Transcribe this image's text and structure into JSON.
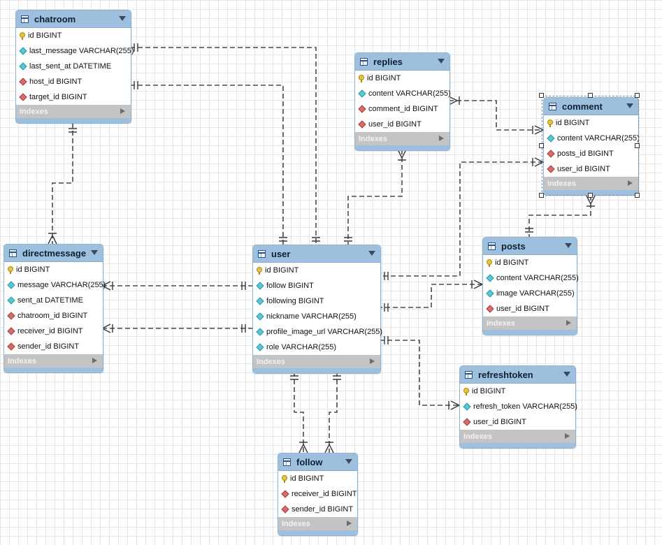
{
  "tables": {
    "chatroom": {
      "name": "chatroom",
      "columns": [
        {
          "text": "id BIGINT",
          "kind": "pk"
        },
        {
          "text": "last_message VARCHAR(255)",
          "kind": "attr"
        },
        {
          "text": "last_sent_at DATETIME",
          "kind": "attr"
        },
        {
          "text": "host_id BIGINT",
          "kind": "fk"
        },
        {
          "text": "target_id BIGINT",
          "kind": "fk"
        }
      ],
      "indexes_label": "Indexes"
    },
    "replies": {
      "name": "replies",
      "columns": [
        {
          "text": "id BIGINT",
          "kind": "pk"
        },
        {
          "text": "content VARCHAR(255)",
          "kind": "attr"
        },
        {
          "text": "comment_id BIGINT",
          "kind": "fk"
        },
        {
          "text": "user_id BIGINT",
          "kind": "fk"
        }
      ],
      "indexes_label": "Indexes"
    },
    "comment": {
      "name": "comment",
      "columns": [
        {
          "text": "id BIGINT",
          "kind": "pk"
        },
        {
          "text": "content VARCHAR(255)",
          "kind": "attr"
        },
        {
          "text": "posts_id BIGINT",
          "kind": "fk"
        },
        {
          "text": "user_id BIGINT",
          "kind": "fk"
        }
      ],
      "indexes_label": "Indexes"
    },
    "directmessage": {
      "name": "directmessage",
      "columns": [
        {
          "text": "id BIGINT",
          "kind": "pk"
        },
        {
          "text": "message VARCHAR(255)",
          "kind": "attr"
        },
        {
          "text": "sent_at DATETIME",
          "kind": "attr"
        },
        {
          "text": "chatroom_id BIGINT",
          "kind": "fk"
        },
        {
          "text": "receiver_id BIGINT",
          "kind": "fk"
        },
        {
          "text": "sender_id BIGINT",
          "kind": "fk"
        }
      ],
      "indexes_label": "Indexes"
    },
    "user": {
      "name": "user",
      "columns": [
        {
          "text": "id BIGINT",
          "kind": "pk"
        },
        {
          "text": "follow BIGINT",
          "kind": "attr"
        },
        {
          "text": "following BIGINT",
          "kind": "attr"
        },
        {
          "text": "nickname VARCHAR(255)",
          "kind": "attr"
        },
        {
          "text": "profile_image_url VARCHAR(255)",
          "kind": "attr"
        },
        {
          "text": "role VARCHAR(255)",
          "kind": "attr"
        }
      ],
      "indexes_label": "Indexes"
    },
    "posts": {
      "name": "posts",
      "columns": [
        {
          "text": "id BIGINT",
          "kind": "pk"
        },
        {
          "text": "content VARCHAR(255)",
          "kind": "attr"
        },
        {
          "text": "image VARCHAR(255)",
          "kind": "attr"
        },
        {
          "text": "user_id BIGINT",
          "kind": "fk"
        }
      ],
      "indexes_label": "Indexes"
    },
    "refreshtoken": {
      "name": "refreshtoken",
      "columns": [
        {
          "text": "id BIGINT",
          "kind": "pk"
        },
        {
          "text": "refresh_token VARCHAR(255)",
          "kind": "attr"
        },
        {
          "text": "user_id BIGINT",
          "kind": "fk"
        }
      ],
      "indexes_label": "Indexes"
    },
    "follow": {
      "name": "follow",
      "columns": [
        {
          "text": "id BIGINT",
          "kind": "pk"
        },
        {
          "text": "receiver_id BIGINT",
          "kind": "fk"
        },
        {
          "text": "sender_id BIGINT",
          "kind": "fk"
        }
      ],
      "indexes_label": "Indexes"
    }
  },
  "relationships": [
    {
      "id": "chatroom-user-host",
      "from": "chatroom",
      "to": "user"
    },
    {
      "id": "chatroom-user-target",
      "from": "chatroom",
      "to": "user"
    },
    {
      "id": "chatroom-directmessage",
      "from": "chatroom",
      "to": "directmessage"
    },
    {
      "id": "directmessage-user-receiver",
      "from": "directmessage",
      "to": "user"
    },
    {
      "id": "directmessage-user-sender",
      "from": "directmessage",
      "to": "user"
    },
    {
      "id": "replies-user",
      "from": "replies",
      "to": "user"
    },
    {
      "id": "replies-comment",
      "from": "replies",
      "to": "comment"
    },
    {
      "id": "comment-user",
      "from": "comment",
      "to": "user"
    },
    {
      "id": "comment-posts",
      "from": "comment",
      "to": "posts"
    },
    {
      "id": "posts-user",
      "from": "posts",
      "to": "user"
    },
    {
      "id": "refreshtoken-user",
      "from": "refreshtoken",
      "to": "user"
    },
    {
      "id": "follow-user-receiver",
      "from": "follow",
      "to": "user"
    },
    {
      "id": "follow-user-sender",
      "from": "follow",
      "to": "user"
    }
  ],
  "selected_table": "comment"
}
